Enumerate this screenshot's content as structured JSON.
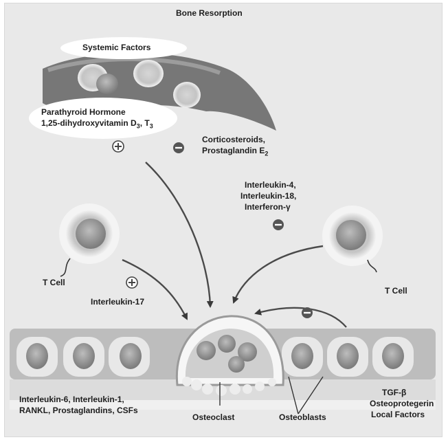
{
  "title": "Bone Resorption",
  "systemic": {
    "header": "Systemic Factors",
    "promoters_line1": "Parathyroid Hormone",
    "promoters_line2": "1,25-dihydroxyvitamin D",
    "promoters_sub": "3",
    "promoters_tail": ", T",
    "promoters_sub2": "3",
    "inhibitors_line1": "Corticosteroids,",
    "inhibitors_line2": "Prostaglandin E",
    "inhibitors_sub": "2"
  },
  "interleukins_inhib": {
    "line1": "Interleukin-4,",
    "line2": "Interleukin-18,",
    "line3": "Interferon-γ"
  },
  "tcell_left": "T Cell",
  "tcell_right": "T Cell",
  "interleukin17": "Interleukin-17",
  "local_promoters": {
    "line1": "Interleukin-6, Interleukin-1,",
    "line2": "RANKL, Prostaglandins, CSFs"
  },
  "local_inhibitors": {
    "line1": "TGF-β",
    "line2": "Osteoprotegerin",
    "line3": "Local Factors"
  },
  "osteoclast": "Osteoclast",
  "osteoblasts": "Osteoblasts",
  "signs": {
    "plus": "+",
    "minus": "−"
  },
  "colors": {
    "vessel": "#6f6f6f",
    "cell": "#b9b9b9",
    "nucleus": "#8e8e8e",
    "arrow": "#4a4a4a",
    "layer": "#9a9a9a"
  }
}
